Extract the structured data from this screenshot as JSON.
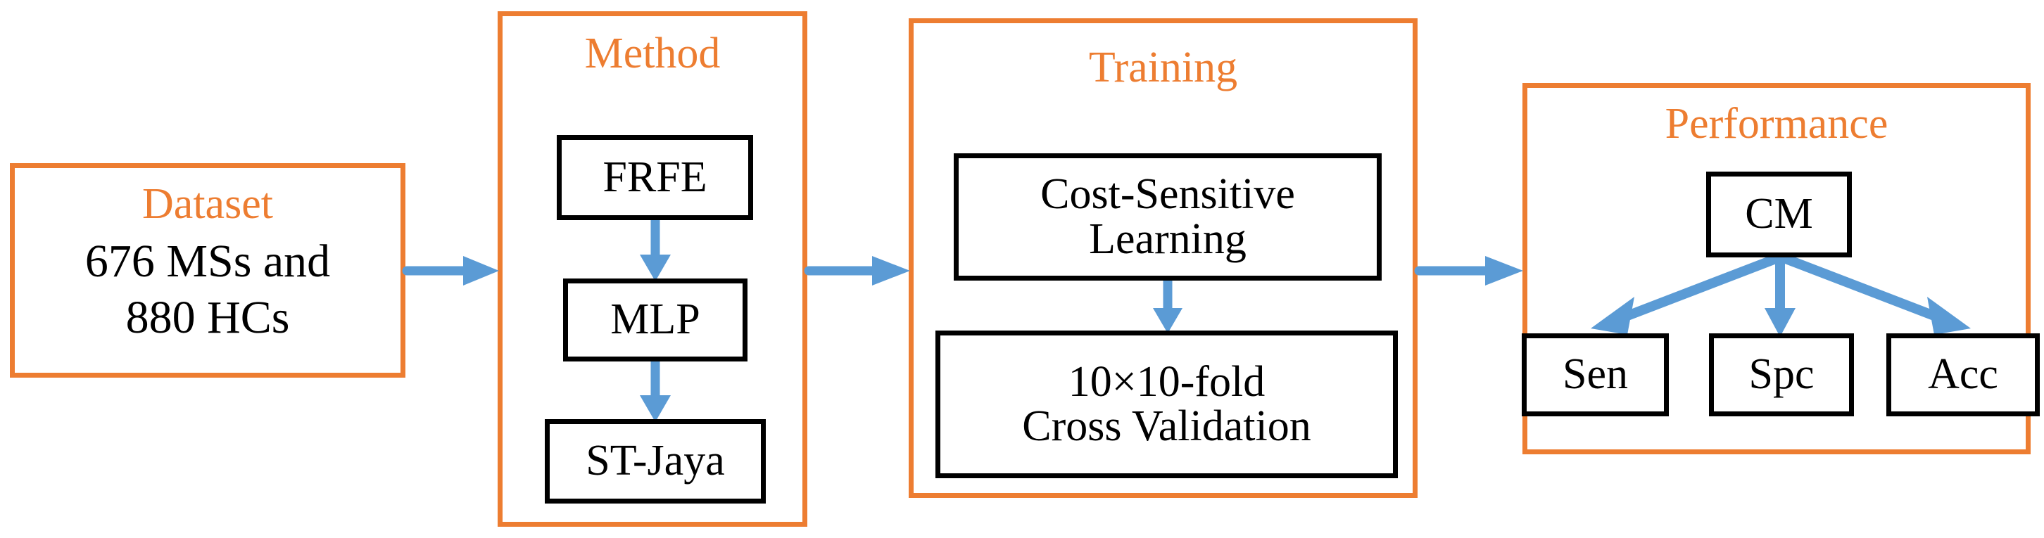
{
  "figure": {
    "type": "flow-diagram",
    "accent_color": "#ED7D31",
    "arrow_color": "#5B9BD5",
    "box_color": "#000000",
    "background": "#FFFFFF"
  },
  "panels": {
    "dataset": {
      "title": "Dataset",
      "lines": [
        "676 MSs and",
        "880 HCs"
      ]
    },
    "method": {
      "title": "Method",
      "steps": [
        {
          "label": "FRFE"
        },
        {
          "label": "MLP"
        },
        {
          "label": "ST-Jaya"
        }
      ]
    },
    "training": {
      "title": "Training",
      "steps": [
        {
          "lines": [
            "Cost-Sensitive",
            "Learning"
          ]
        },
        {
          "lines": [
            "10×10-fold",
            "Cross Validation"
          ]
        }
      ]
    },
    "performance": {
      "title": "Performance",
      "source": {
        "label": "CM"
      },
      "metrics": [
        {
          "label": "Sen"
        },
        {
          "label": "Spc"
        },
        {
          "label": "Acc"
        }
      ]
    }
  },
  "connectors": [
    {
      "name": "dataset-to-method",
      "from": "Dataset",
      "to": "Method"
    },
    {
      "name": "method-to-training",
      "from": "Method",
      "to": "Training"
    },
    {
      "name": "training-to-performance",
      "from": "Training",
      "to": "Performance"
    },
    {
      "name": "frfe-to-mlp",
      "from": "FRFE",
      "to": "MLP"
    },
    {
      "name": "mlp-to-st-jaya",
      "from": "MLP",
      "to": "ST-Jaya"
    },
    {
      "name": "csl-to-cv",
      "from": "Cost-Sensitive Learning",
      "to": "10×10-fold Cross Validation"
    },
    {
      "name": "cm-to-sen",
      "from": "CM",
      "to": "Sen"
    },
    {
      "name": "cm-to-spc",
      "from": "CM",
      "to": "Spc"
    },
    {
      "name": "cm-to-acc",
      "from": "CM",
      "to": "Acc"
    }
  ]
}
